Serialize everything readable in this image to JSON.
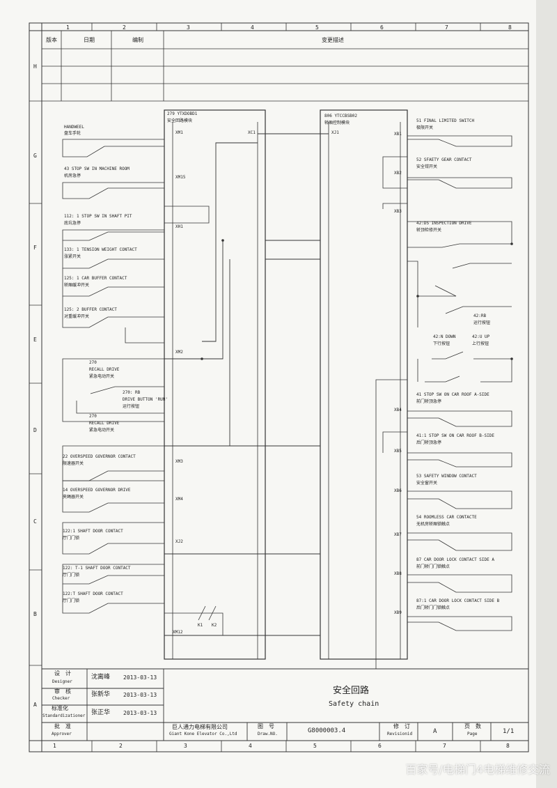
{
  "grid": {
    "cols": [
      "1",
      "2",
      "3",
      "4",
      "5",
      "6",
      "7",
      "8"
    ],
    "rows": [
      "H",
      "G",
      "F",
      "E",
      "D",
      "C",
      "B",
      "A"
    ]
  },
  "revision": {
    "version": "版本",
    "date": "日期",
    "editor": "编制",
    "description": "变更描述"
  },
  "left": {
    "handwheel": {
      "en": "HANDWEEL",
      "cn": "盘车手轮"
    },
    "machine_stop": {
      "en": "43 STOP SW IN MACHINE ROOM",
      "cn": "机房急停"
    },
    "pit_stop": {
      "en": "112: 1 STOP SW IN SHAFT PIT",
      "cn": "底坑急停"
    },
    "tension": {
      "en": "133: 1 TENSION WEIGHT CONTACT",
      "cn": "涨紧开关"
    },
    "car_buffer": {
      "en": "125: 1 CAR BUFFER CONTACT",
      "cn": "轿厢缓冲开关"
    },
    "cw_buffer": {
      "en": "125: 2 BUFFER CONTACT",
      "cn": "对重缓冲开关"
    },
    "recall": {
      "code": "270",
      "en": "RECALL DRIVE",
      "cn": "紧急电动开关"
    },
    "rb": {
      "line1": "270: RB",
      "line2": "DRIVE BUTTON 'RUN'",
      "cn": "运行按钮"
    },
    "recall2": {
      "code": "270",
      "en": "RECALL DRIVE",
      "cn": "紧急电动开关"
    },
    "ovs_gov": {
      "en": "22 OVERSPEED GOVERNOR CONTACT",
      "cn": "限速器开关"
    },
    "ovs_drive": {
      "en": "14 OVERSPEED GOVERNOR DRIVE",
      "cn": "夹绳器开关"
    },
    "sd1": {
      "en": "122:1 SHAFT DOOR CONTACT",
      "cn": "厅门门锁"
    },
    "sd2": {
      "en": "122: T-1 SHAFT DOOR CONTACT",
      "cn": "厅门门锁"
    },
    "sd3": {
      "en": "122:T SHAFT DOOR CONTACT",
      "cn": "厅门门锁"
    }
  },
  "module1": {
    "title": "279 YTXDOBD1",
    "cn": "安全回路模块",
    "ports": [
      "XM1",
      "XM15",
      "XH1",
      "XM2",
      "XM3",
      "XM4",
      "XJ2",
      "XM12"
    ],
    "xc1": "XC1"
  },
  "module2": {
    "title": "806 YTCCBSB02",
    "cn": "轿厢控制模块",
    "xj1": "XJ1"
  },
  "relays": {
    "k1": "K1",
    "k2": "K2"
  },
  "right": {
    "final": {
      "en": "51 FINAL LIMITED SWITCH",
      "cn": "极限开关"
    },
    "gear": {
      "en": "52 SFAETY GEAR CONTACT",
      "cn": "安全钳开关"
    },
    "ds": {
      "en": "42:DS INSPECTION DRIVE",
      "cn": "轿顶检修开关"
    },
    "rb": {
      "line1": "42:RB",
      "line2": "运行按钮"
    },
    "down": {
      "line1": "42:N DOWN",
      "line2": "下行按钮"
    },
    "up": {
      "line1": "42:U UP",
      "line2": "上行按钮"
    },
    "stopA": {
      "en": "41 STOP SW ON CAR ROOF A-SIDE",
      "cn": "前门轿顶急停"
    },
    "stopB": {
      "en": "41:1 STOP SW ON CAR ROOF B-SIDE",
      "cn": "后门轿顶急停"
    },
    "window": {
      "en": "53 SAFETY WINDOW CONTACT",
      "cn": "安全窗开关"
    },
    "roomless": {
      "en": "54 ROOMLESS CAR CONTACTE",
      "cn": "无机房轿厢锁触点"
    },
    "doorA": {
      "en": "87 CAR DOOR LOCK CONTACT SIDE A",
      "cn": "前门轿门门锁触点"
    },
    "doorB": {
      "en": "87:1 CAR DOOR LOCK CONTACT SIDE B",
      "cn": "后门轿门门锁触点"
    },
    "ports": [
      "XB1",
      "XB2",
      "XB3",
      "XB4",
      "XB5",
      "XB6",
      "XB7",
      "XB8",
      "XB9"
    ]
  },
  "title_block": {
    "designer_cn": "设　计",
    "designer_en": "Designer",
    "designer_name": "沈离峰",
    "designer_date": "2013-03-13",
    "checker_cn": "审　核",
    "checker_en": "Checker",
    "checker_name": "张新华",
    "checker_date": "2013-03-13",
    "std_cn": "标准化",
    "std_en": "Standardizationer",
    "std_name": "张正华",
    "std_date": "2013-03-13",
    "approver_cn": "批　准",
    "approver_en": "Approver",
    "title_cn": "安全回路",
    "title_en": "Safety chain",
    "company_cn": "巨人通力电梯有限公司",
    "company_en": "Giant Kone Elevator Co.,Ltd",
    "drawno_cn": "图　号",
    "drawno_en": "Draw.NO.",
    "drawno": "G8000003.4",
    "rev_cn": "修　订",
    "rev_en": "Revisionid",
    "rev": "A",
    "page_cn": "页　数",
    "page_en": "Page",
    "page": "1/1"
  },
  "watermark": "百家号/电梯门4电梯维修交流"
}
